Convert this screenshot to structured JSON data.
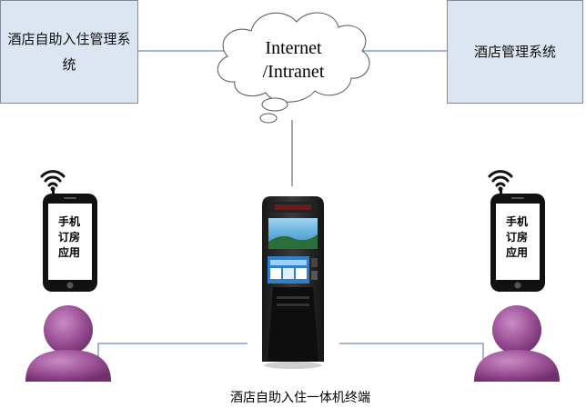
{
  "nodes": {
    "hotel_self_checkin_system": "酒店自助入住管理系统",
    "hotel_management_system": "酒店管理系统",
    "network": [
      "Internet",
      "/Intranet"
    ],
    "mobile_app_left": [
      "手机",
      "订房",
      "应用"
    ],
    "mobile_app_right": [
      "手机",
      "订房",
      "应用"
    ],
    "kiosk_caption": "酒店自助入住一体机终端"
  },
  "colors": {
    "box_fill": "#dce6f2",
    "box_border": "#7f8b99",
    "link_line": "#4f6d9a",
    "user_purple": "#9b4f96",
    "phone_body": "#111111"
  },
  "icons": {
    "wifi": "wifi-signal-icon",
    "user": "user-silhouette-icon",
    "kiosk": "kiosk-terminal-icon"
  }
}
